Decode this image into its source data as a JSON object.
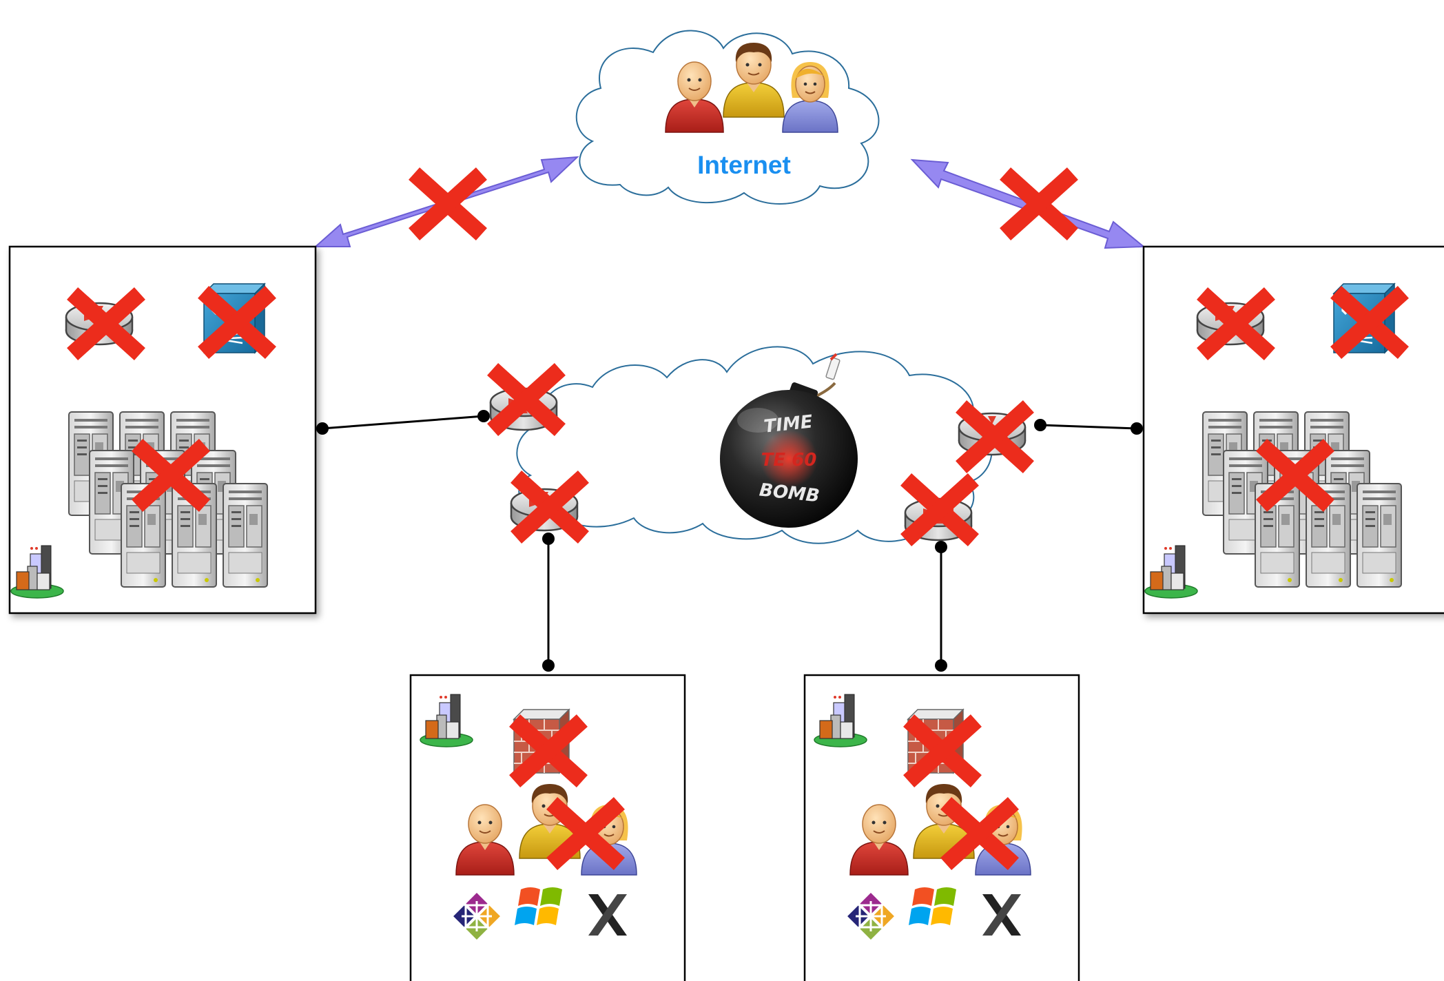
{
  "internet_cloud": {
    "label": "Internet",
    "label_color": "#1a8ff0"
  },
  "bomb": {
    "line1": "TIME",
    "line2": "TE 60",
    "line3": "BOMB",
    "display_color": "#d4261f"
  },
  "colors": {
    "failure_mark": "#ec2c1c",
    "uplink_arrow": "#8b7cf0",
    "cloud_stroke": "#2b6e9b",
    "link_line": "#000000"
  },
  "icons": {
    "users": "users-icon",
    "router": "router-icon",
    "switch": "switch-icon",
    "server": "server-icon",
    "building": "building-icon",
    "firewall": "firewall-icon",
    "os_logos": [
      "centos-logo-icon",
      "windows-logo-icon",
      "x-window-logo-icon"
    ],
    "time_bomb": "time-bomb-icon",
    "failure": "failure-x-icon"
  }
}
